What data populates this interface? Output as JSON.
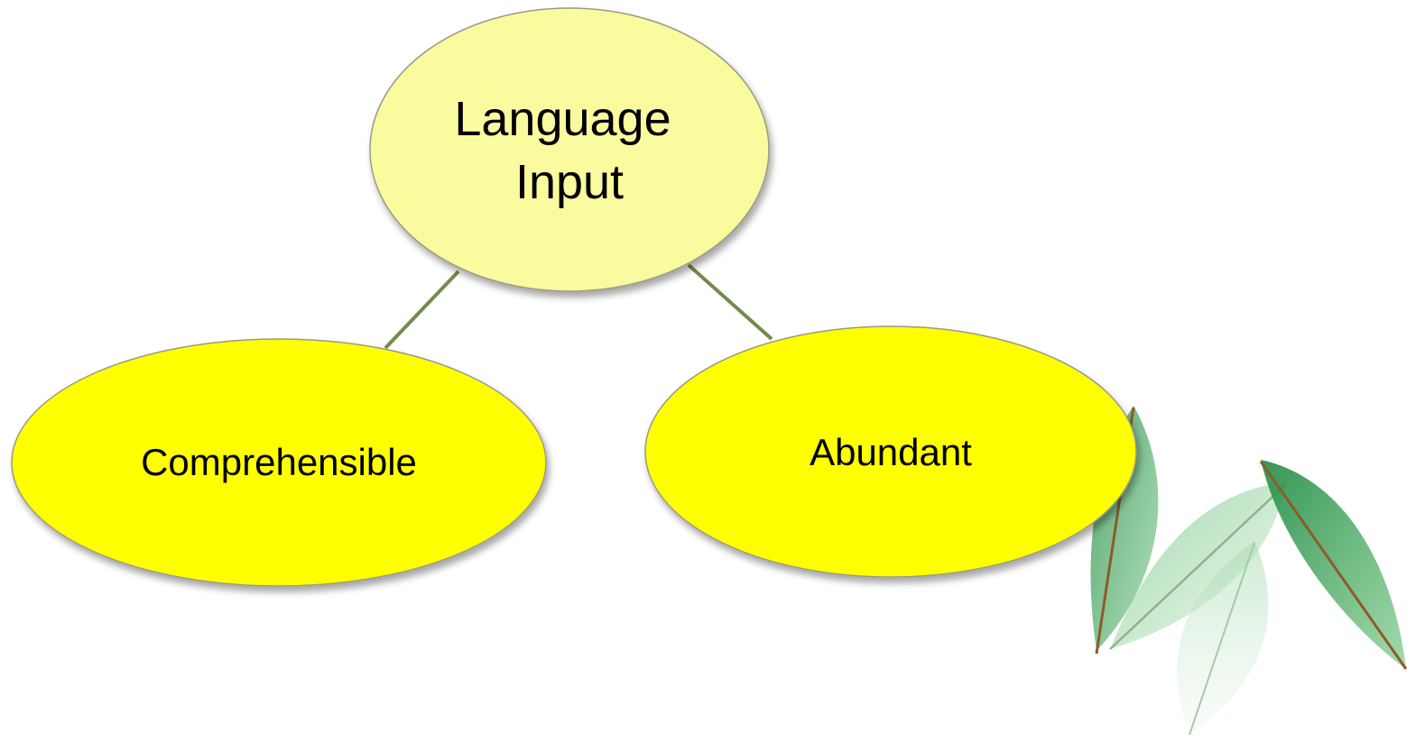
{
  "diagram": {
    "root": {
      "label_lines": [
        "Language",
        "Input"
      ],
      "fill": "#fafa9e",
      "stroke": "#9a9a84"
    },
    "children": [
      {
        "label": "Comprehensible",
        "fill": "#ffff00",
        "stroke": "#9a9a84"
      },
      {
        "label": "Abundant",
        "fill": "#ffff00",
        "stroke": "#9a9a84"
      }
    ],
    "connector_color": "#748b4c"
  },
  "decoration": {
    "icon": "leaves-icon",
    "colors": [
      "#2f9a4e",
      "#7cc88a",
      "#b7e3bf",
      "#8f5a2a"
    ]
  }
}
